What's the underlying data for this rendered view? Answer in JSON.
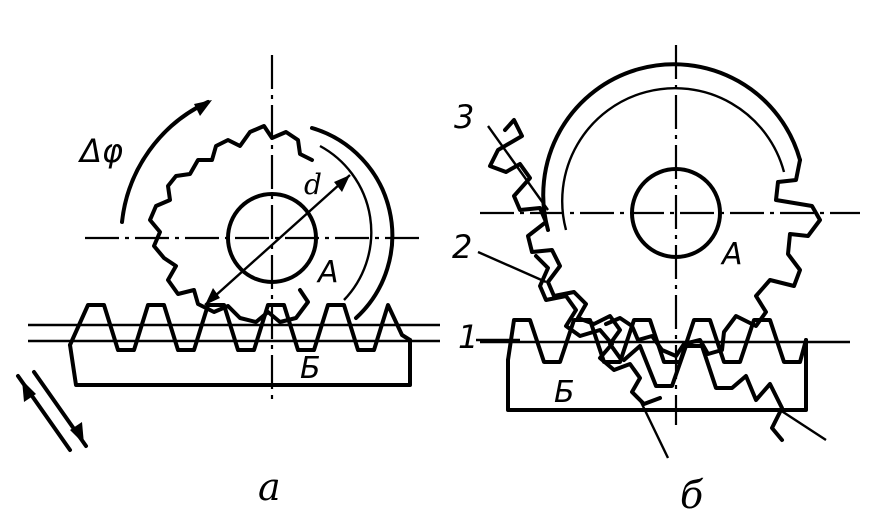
{
  "figure_a": {
    "caption": "а",
    "rotation_label": "Δφ",
    "diameter_label": "d",
    "gear_label": "А",
    "rack_label": "Б"
  },
  "figure_b": {
    "caption": "б",
    "gear_label": "А",
    "rack_label": "Б",
    "position_labels": [
      "1",
      "2",
      "3"
    ]
  },
  "colors": {
    "ink": "#000000",
    "background": "#ffffff"
  }
}
